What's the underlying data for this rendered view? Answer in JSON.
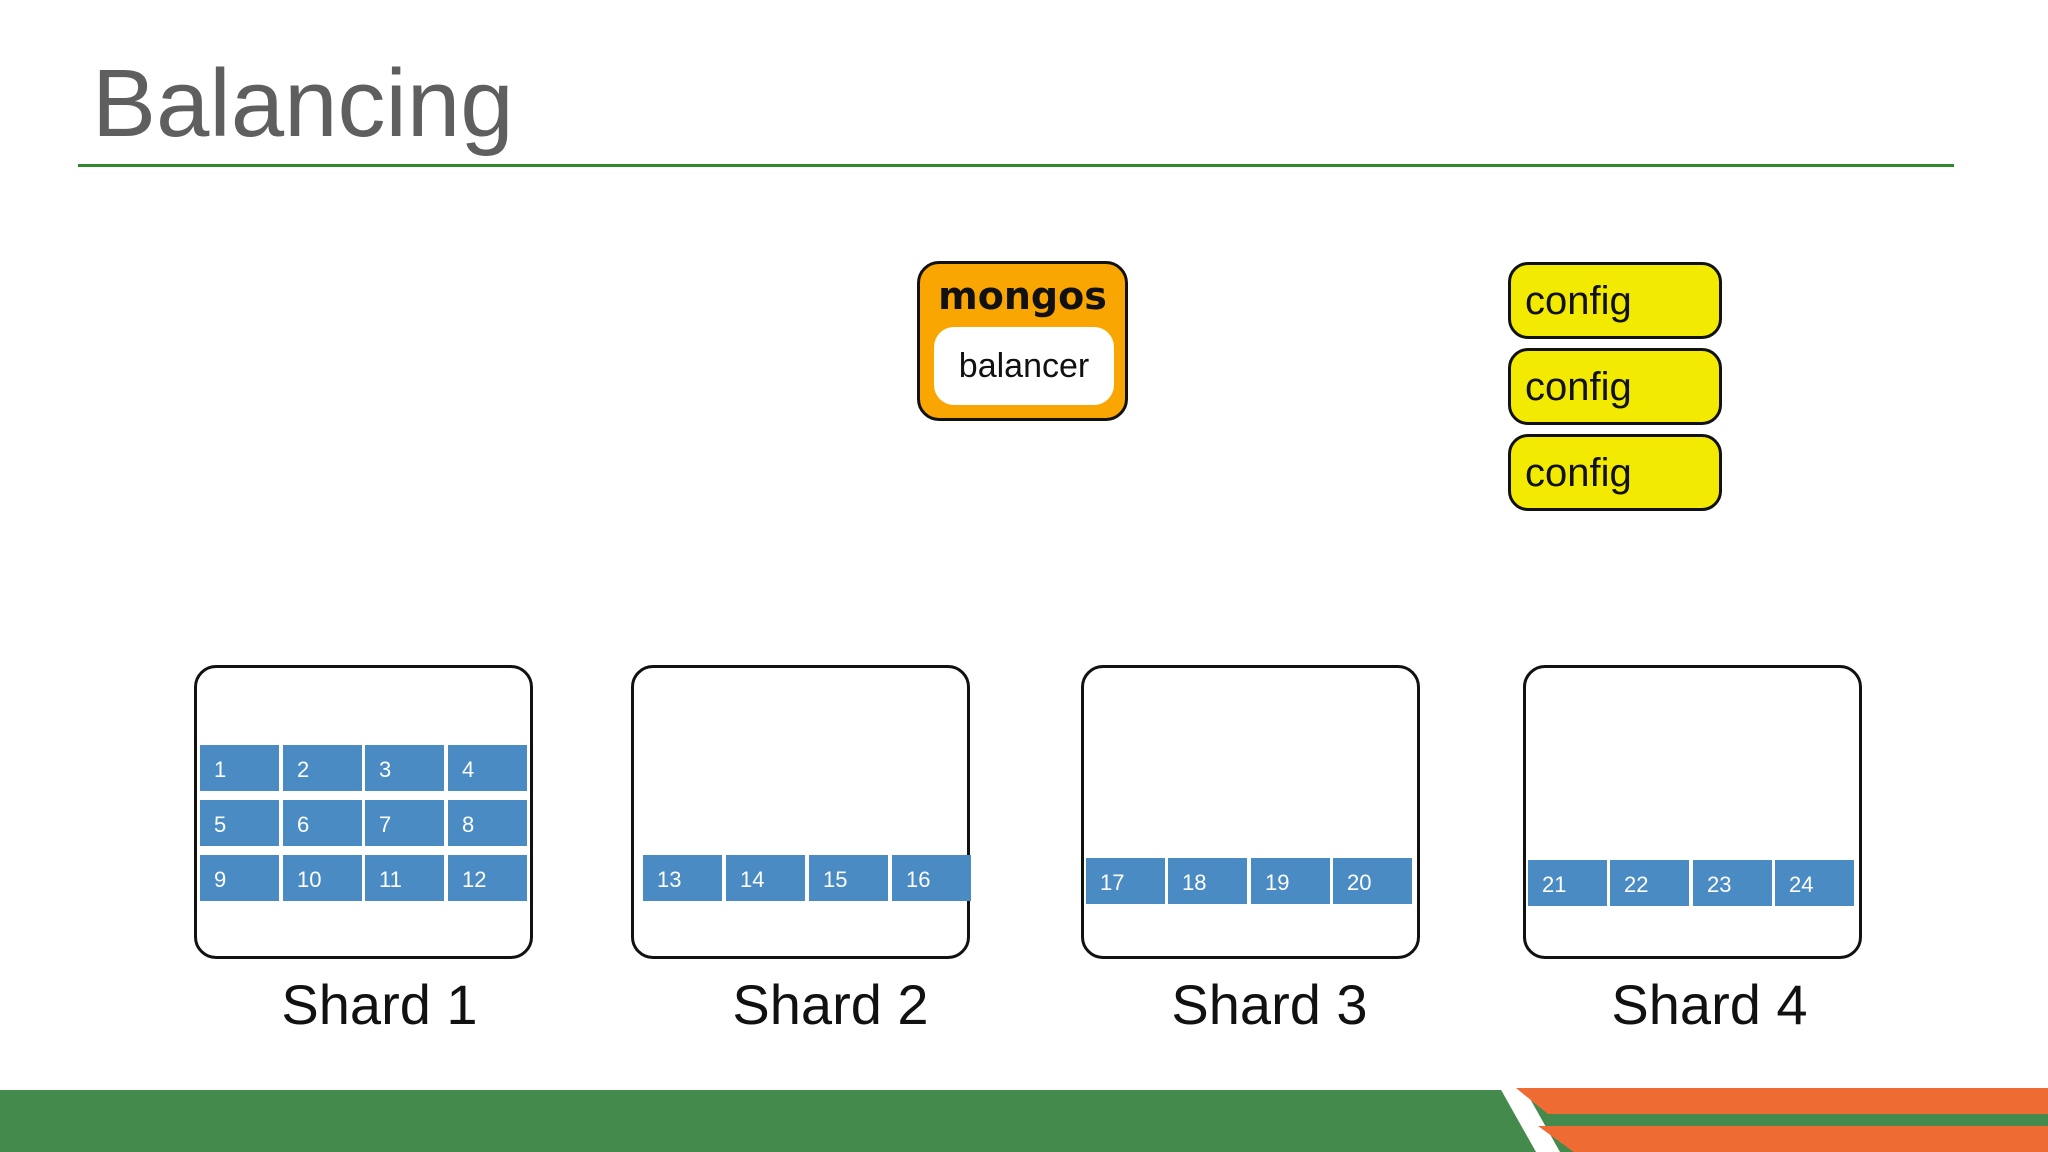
{
  "title": "Balancing",
  "mongos": {
    "label": "mongos",
    "balancer_label": "balancer"
  },
  "configs": [
    "config",
    "config",
    "config"
  ],
  "shards": [
    {
      "label": "Shard 1",
      "chunks": [
        "1",
        "2",
        "3",
        "4",
        "5",
        "6",
        "7",
        "8",
        "9",
        "10",
        "11",
        "12"
      ]
    },
    {
      "label": "Shard 2",
      "chunks": [
        "13",
        "14",
        "15",
        "16"
      ]
    },
    {
      "label": "Shard 3",
      "chunks": [
        "17",
        "18",
        "19",
        "20"
      ]
    },
    {
      "label": "Shard 4",
      "chunks": [
        "21",
        "22",
        "23",
        "24"
      ]
    }
  ],
  "colors": {
    "mongos": "#f9a602",
    "config": "#f2ea00",
    "chunk": "#4a8bc4",
    "title_rule": "#2f8a2f",
    "footer_green": "#438a4c",
    "footer_orange": "#ef6b34"
  }
}
